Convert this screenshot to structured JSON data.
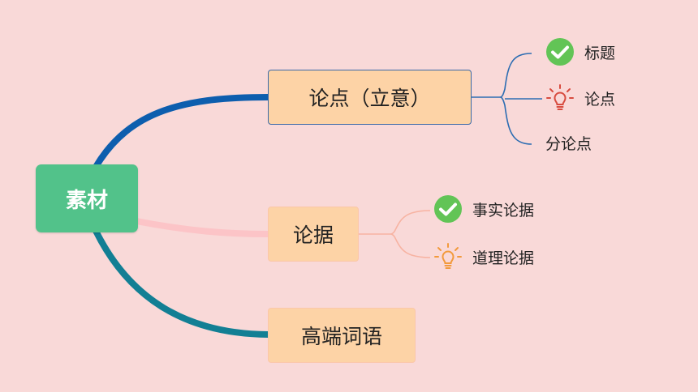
{
  "root": {
    "label": "素材"
  },
  "branches": [
    {
      "label": "论点（立意）",
      "children": [
        {
          "label": "标题",
          "icon": "check-circle-icon"
        },
        {
          "label": "论点",
          "icon": "lightbulb-icon"
        },
        {
          "label": "分论点",
          "icon": ""
        }
      ]
    },
    {
      "label": "论据",
      "children": [
        {
          "label": "事实论据",
          "icon": "check-circle-icon"
        },
        {
          "label": "道理论据",
          "icon": "lightbulb-icon"
        }
      ]
    },
    {
      "label": "高端词语",
      "children": []
    }
  ],
  "colors": {
    "background": "#f9d9d8",
    "root": "#52c28a",
    "branch_box": "#fdd3a6",
    "connector_blue": "#0d5eae",
    "connector_teal": "#127f94",
    "connector_pink": "#fcc4c7",
    "check_green": "#62c456",
    "bulb_red": "#d84b3f",
    "bulb_orange": "#f29a3c"
  }
}
